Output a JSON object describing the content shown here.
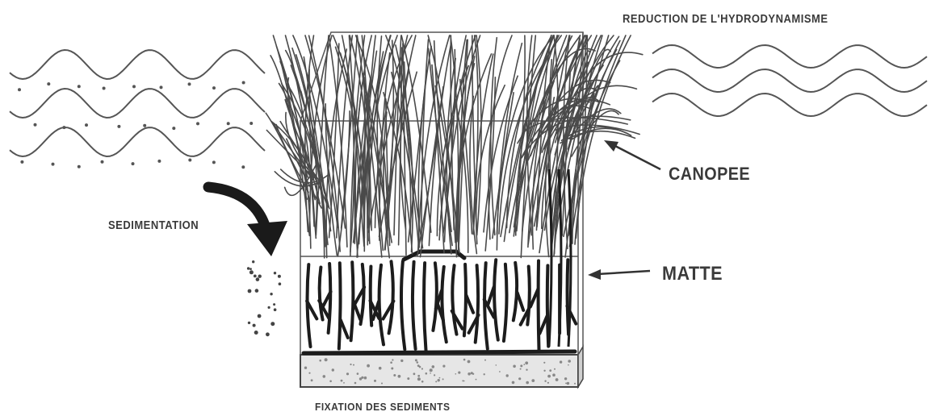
{
  "labels": {
    "reduction": "REDUCTION DE L'HYDRODYNAMISME",
    "canopee": "CANOPEE",
    "matte": "MATTE",
    "sedimentation": "SEDIMENTATION",
    "fixation": "FIXATION DES SEDIMENTS"
  },
  "colors": {
    "ink": "#3a3a3a",
    "background": "#ffffff",
    "sediment": "#e6e6e6"
  }
}
